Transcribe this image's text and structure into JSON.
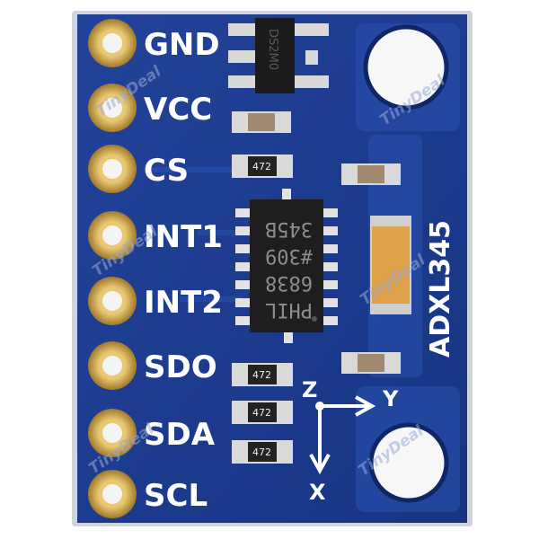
{
  "board": {
    "title": "ADXL345",
    "colors": {
      "pcb": "#1d3a8f",
      "pcb_dark": "#142a6e",
      "gold": "#c9a24a",
      "chip": "#1e1e1e",
      "tantalum": "#e0a24a"
    },
    "pins": [
      "GND",
      "VCC",
      "CS",
      "INT1",
      "INT2",
      "SDO",
      "SDA",
      "SCL"
    ],
    "chip_marking": [
      "PHIL",
      "6838",
      "#309",
      "345B"
    ],
    "regulator_marking": "DS2M0",
    "resistor_labels": [
      "472",
      "472",
      "472",
      "472"
    ],
    "axes": {
      "z": "Z",
      "y": "Y",
      "x": "X"
    },
    "watermark": "TinyDeal"
  }
}
